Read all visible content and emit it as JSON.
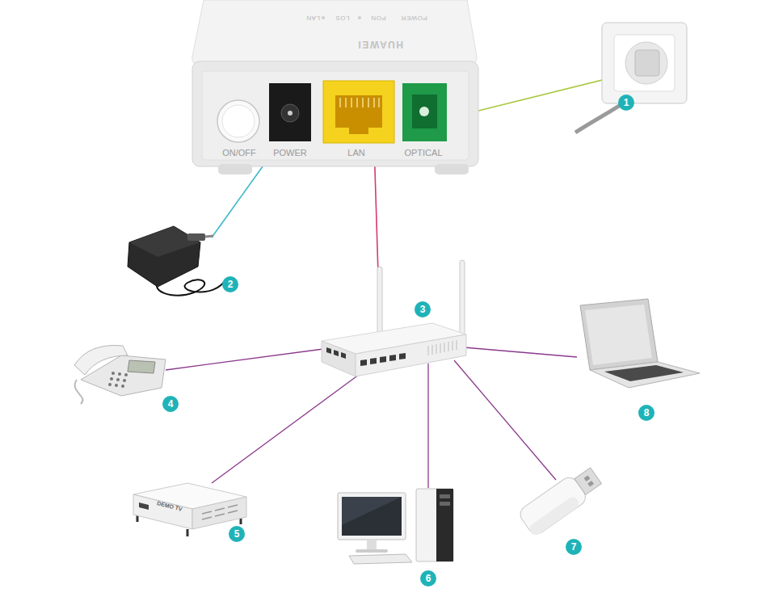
{
  "diagram": {
    "labels": [
      "HUAWEI",
      "POWER",
      "PON",
      "LOS",
      "LAN",
      "ON/OFF",
      "POWER",
      "LAN",
      "OPTICAL",
      "1",
      "2",
      "3",
      "4",
      "5",
      "6",
      "7",
      "8",
      "DEMO TV"
    ]
  }
}
